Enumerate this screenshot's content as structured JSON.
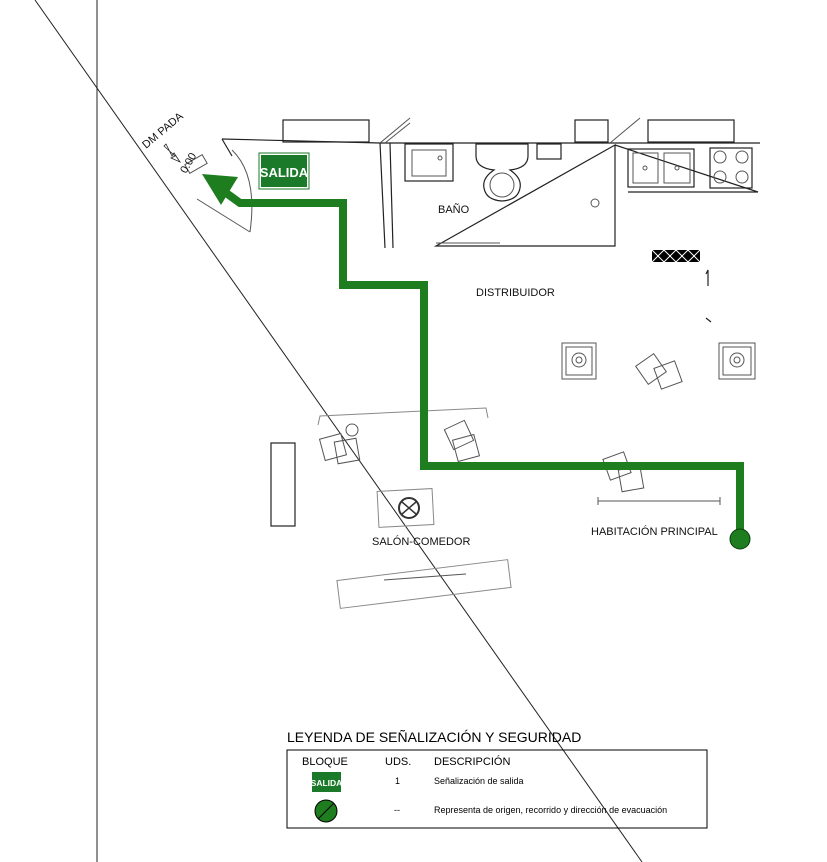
{
  "colors": {
    "evacuation_green": "#1e7d1e",
    "exit_sign_green": "#1a7a2a",
    "line": "#222222"
  },
  "signage": {
    "exit_sign_text": "SALIDA",
    "door_note": "0.00",
    "door_marker": "DM PADA"
  },
  "rooms": {
    "bath": "BAÑO",
    "hall": "DISTRIBUIDOR",
    "living": "SALÓN-COMEDOR",
    "bedroom": "HABITACIÓN PRINCIPAL"
  },
  "legend": {
    "title": "LEYENDA DE SEÑALIZACIÓN Y SEGURIDAD",
    "headers": {
      "block": "BLOQUE",
      "units": "UDS.",
      "description": "DESCRIPCIÓN"
    },
    "rows": [
      {
        "block_icon": "exit-sign-icon",
        "block_text": "SALIDA",
        "units": "1",
        "description": "Señalización de salida"
      },
      {
        "block_icon": "evacuation-origin-icon",
        "units": "--",
        "description": "Representa de origen, recorrido y dirección de evacuación"
      }
    ]
  }
}
